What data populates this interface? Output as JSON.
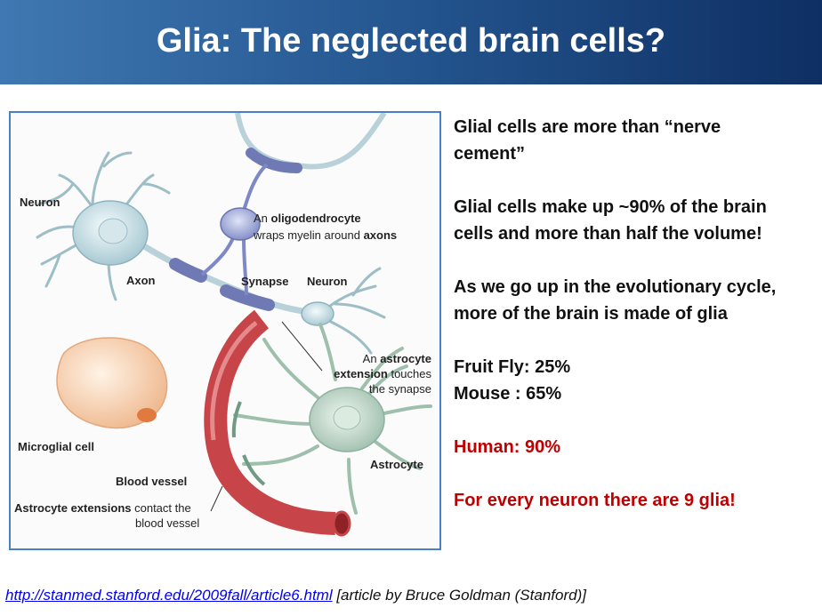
{
  "slide": {
    "title": "Glia: The neglected brain cells?",
    "colors": {
      "title_bar_left": "#3f78b2",
      "title_bar_right": "#0e2f63",
      "highlight_red": "#c00000",
      "frame_border": "#4a7fcf"
    }
  },
  "diagram": {
    "labels": {
      "neuron_left": "Neuron",
      "axon": "Axon",
      "oligo_line1_prefix": "An ",
      "oligo_line1_bold": "oligodendrocyte",
      "oligo_line2_prefix": "wraps myelin around ",
      "oligo_line2_bold": "axons",
      "synapse": "Synapse",
      "neuron_right": "Neuron",
      "astro_ext_line1_prefix": "An ",
      "astro_ext_line1_bold": "astrocyte",
      "astro_ext_line2_bold": "extension",
      "astro_ext_line2_suffix": " touches",
      "astro_ext_line3": "the synapse",
      "microglial": "Microglial cell",
      "astrocyte": "Astrocyte",
      "blood_vessel": "Blood vessel",
      "astro_extensions_bold": "Astrocyte extensions",
      "astro_extensions_suffix": " contact the",
      "astro_extensions_line2": "blood vessel"
    }
  },
  "bullets": [
    {
      "id": "nerve-cement",
      "lines": [
        "Glial cells are more than “nerve",
        "cement”"
      ],
      "color": "#111111"
    },
    {
      "id": "ninety-percent",
      "lines": [
        "Glial cells make up ~90% of the brain",
        "cells and more than half the volume!"
      ],
      "color": "#111111"
    },
    {
      "id": "evolution",
      "lines": [
        "As we go up in the evolutionary cycle,",
        "more of the brain is made of glia"
      ],
      "color": "#111111"
    },
    {
      "id": "species",
      "lines": [
        "Fruit Fly: 25%",
        "Mouse : 65%"
      ],
      "color": "#111111"
    },
    {
      "id": "human",
      "lines": [
        "Human: 90%"
      ],
      "color": "#c00000"
    },
    {
      "id": "nine-glia",
      "lines": [
        "For every neuron there are 9 glia!"
      ],
      "color": "#c00000"
    }
  ],
  "footer": {
    "link_text": "http://stanmed.stanford.edu/2009fall/article6.html",
    "citation": " [article by Bruce Goldman (Stanford)]"
  }
}
